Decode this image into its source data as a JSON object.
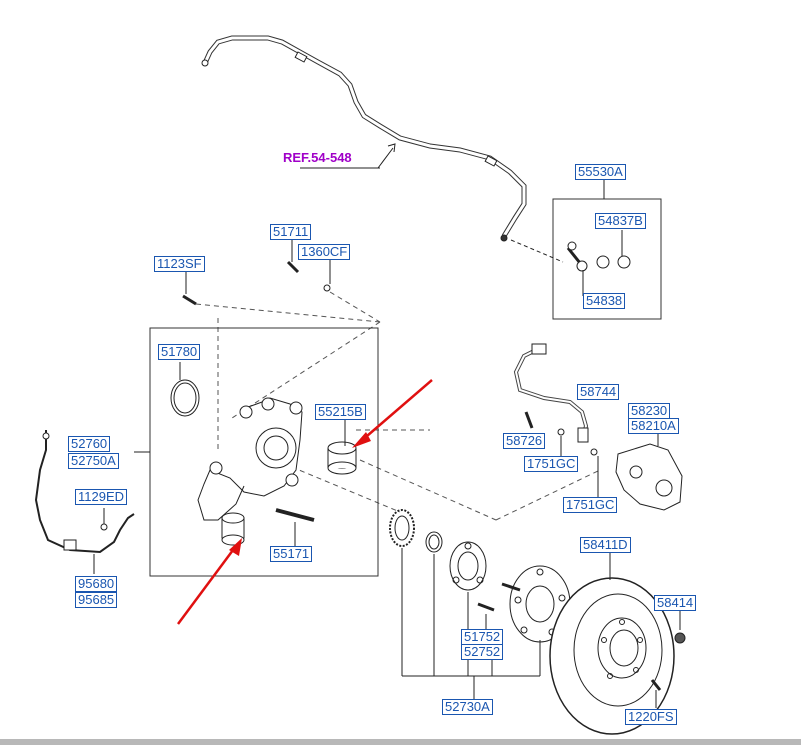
{
  "diagram": {
    "ref_label": "REF.54-548",
    "parts": {
      "p55530A": "55530A",
      "p54837B": "54837B",
      "p54838": "54838",
      "p51711": "51711",
      "p1360CF": "1360CF",
      "p1123SF": "1123SF",
      "p51780": "51780",
      "p55215B": "55215B",
      "p52760": "52760",
      "p52750A": "52750A",
      "p1129ED": "1129ED",
      "p55171": "55171",
      "p95680": "95680",
      "p95685": "95685",
      "p58744": "58744",
      "p58230": "58230",
      "p58210A": "58210A",
      "p58726": "58726",
      "p1751GC_a": "1751GC",
      "p1751GC_b": "1751GC",
      "p58411D": "58411D",
      "p58414": "58414",
      "p51752": "51752",
      "p52752": "52752",
      "p52730A": "52730A",
      "p1220FS": "1220FS"
    },
    "colors": {
      "label_border": "#1a56b0",
      "ref_text": "#a000c8",
      "arrow": "#e01010",
      "line": "#222222"
    }
  }
}
